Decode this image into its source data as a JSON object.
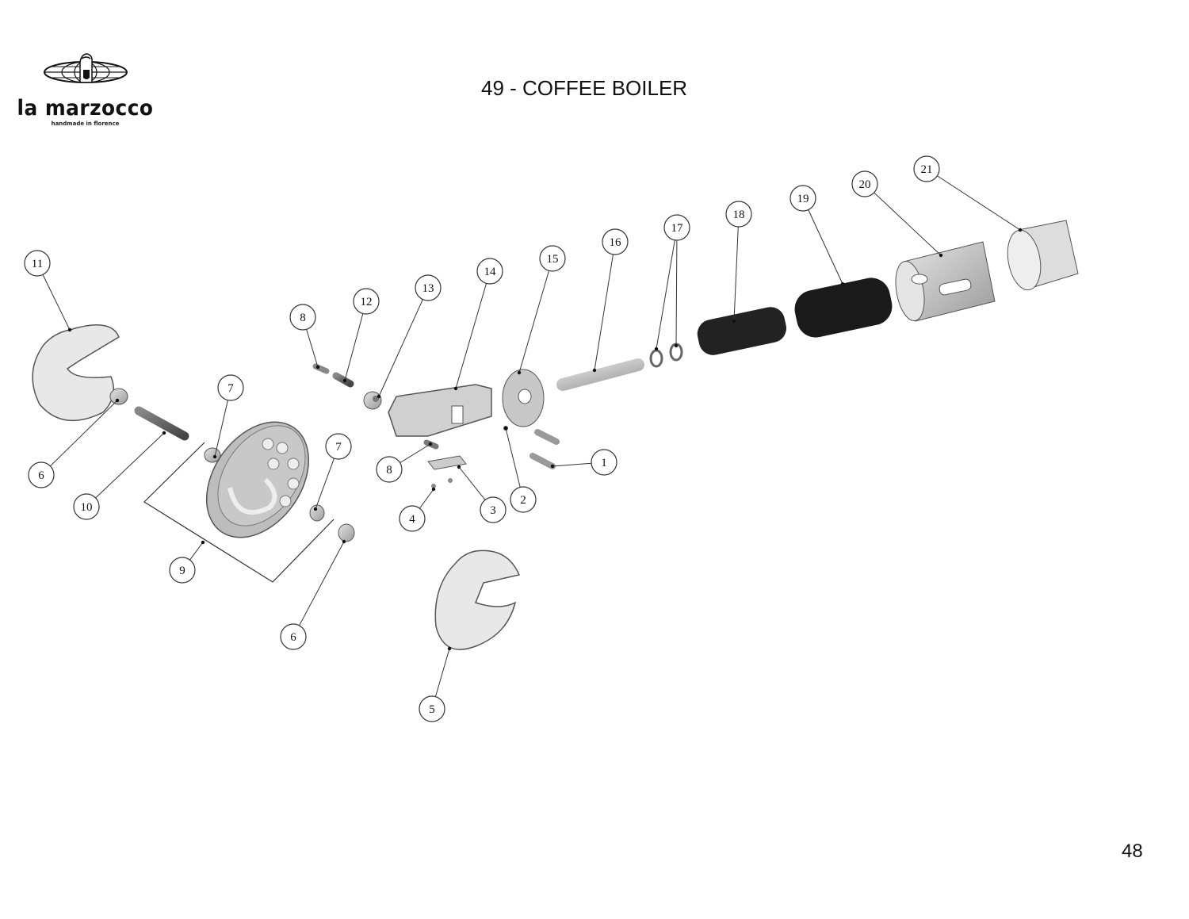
{
  "header": {
    "brand": "la marzocco",
    "tagline": "handmade in florence",
    "title": "49 - COFFEE BOILER"
  },
  "footer": {
    "page_number": "48"
  },
  "diagram": {
    "callouts": [
      "11",
      "6",
      "10",
      "7",
      "7",
      "9",
      "6",
      "8",
      "12",
      "13",
      "14",
      "8",
      "4",
      "3",
      "2",
      "1",
      "15",
      "16",
      "17",
      "18",
      "19",
      "20",
      "21",
      "5"
    ]
  }
}
